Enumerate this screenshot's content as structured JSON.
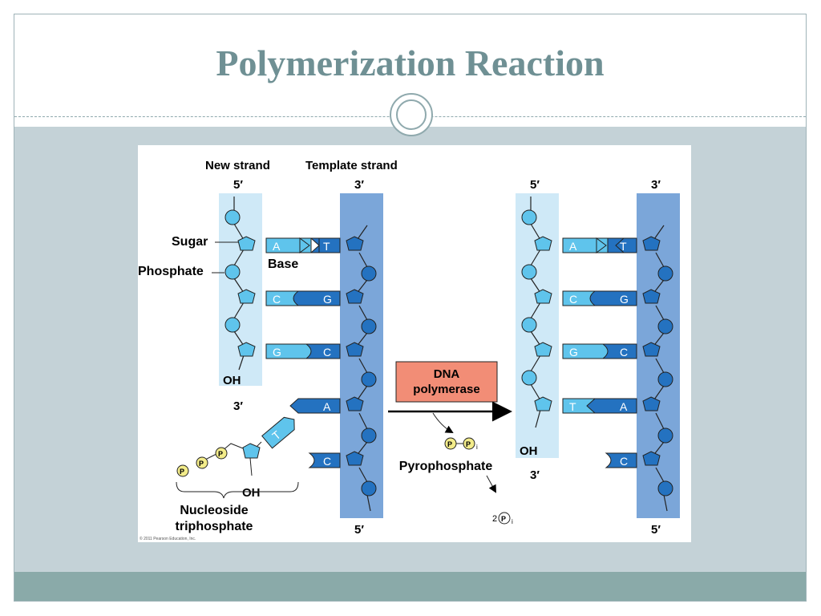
{
  "slide": {
    "title": "Polymerization Reaction",
    "colors": {
      "title": "#6f9094",
      "frame_fill": "#c4d2d7",
      "footer": "#8aaaa9"
    }
  },
  "figure": {
    "labels": {
      "new_strand": "New strand",
      "template_strand": "Template strand",
      "five_prime": "5′",
      "three_prime": "3′",
      "sugar": "Sugar",
      "phosphate": "Phosphate",
      "base": "Base",
      "oh": "OH",
      "nucleoside_line1": "Nucleoside",
      "nucleoside_line2": "triphosphate",
      "enzyme_line1": "DNA",
      "enzyme_line2": "polymerase",
      "pyrophosphate": "Pyrophosphate",
      "phosphate_symbol": "P",
      "inorganic_subscript": "i",
      "two": "2",
      "copyright": "© 2011 Pearson Education, Inc."
    },
    "before_pairs": [
      {
        "new_base": "A",
        "template_base": "T"
      },
      {
        "new_base": "C",
        "template_base": "G"
      },
      {
        "new_base": "G",
        "template_base": "C"
      }
    ],
    "before_unpaired_template": [
      "A",
      "C"
    ],
    "incoming_base": "T",
    "after_pairs": [
      {
        "new_base": "A",
        "template_base": "T"
      },
      {
        "new_base": "C",
        "template_base": "G"
      },
      {
        "new_base": "G",
        "template_base": "C"
      },
      {
        "new_base": "T",
        "template_base": "A"
      }
    ],
    "after_unpaired_template": [
      "C"
    ],
    "colors": {
      "new_strand_bg": "#cfe9f7",
      "template_strand_bg": "#7ba6d9",
      "nucleotide_light": "#5fc4ec",
      "nucleotide_dark": "#2472c0",
      "enzyme_fill": "#f28d76",
      "phosphate_yellow": "#f3ec8a"
    }
  }
}
